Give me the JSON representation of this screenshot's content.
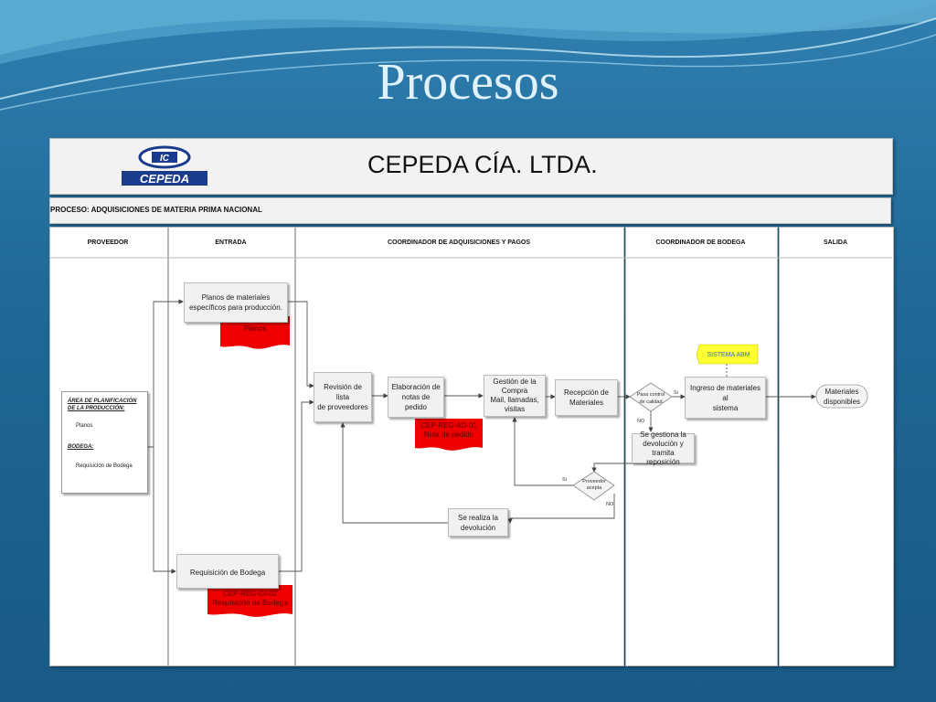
{
  "slide_title": "Procesos",
  "company": "CEPEDA CÍA. LTDA.",
  "logo_text": "CEPEDA",
  "process_label": "PROCESO: ADQUISICIONES DE MATERIA PRIMA NACIONAL",
  "lanes": [
    "PROVEEDOR",
    "ENTRADA",
    "COORDINADOR DE ADQUISICIONES Y PAGOS",
    "COORDINADOR DE BODEGA",
    "SALIDA"
  ],
  "provider_box": {
    "area_heading_1": "ÁREA DE PLANIFICACIÓN",
    "area_heading_2": "DE LA PRODUCCIÓN:",
    "area_item": "Planos",
    "bodega_heading": "BODEGA:",
    "bodega_item": "Requisición de Bodega"
  },
  "steps": {
    "planos_1": "Planos de materiales",
    "planos_2": "específicos para producción.",
    "planos_doc": "Planos",
    "requisicion": "Requisición de Bodega",
    "requisicion_doc_1": "CEP-REG-GI-02",
    "requisicion_doc_2": "Requisición de Bodega",
    "revision_1": "Revisión de lista",
    "revision_2": "de proveedores",
    "elaboracion_1": "Elaboración de",
    "elaboracion_2": "notas de pedido",
    "nota_doc_1": "CEP-REG-AD-01",
    "nota_doc_2": "Nota de pedido",
    "gestion_1": "Gestión de la",
    "gestion_2": "Compra",
    "gestion_3": "Mail, llamadas,",
    "gestion_4": "visitas",
    "recepcion_1": "Recepción de",
    "recepcion_2": "Materiales",
    "control_1": "Pasa control",
    "control_2": "de calidad",
    "si": "Si",
    "no": "NO",
    "sistema": "SISTEMA ABM",
    "ingreso_1": "Ingreso de materiales al",
    "ingreso_2": "sistema",
    "devol_gest_1": "Se gestiona la",
    "devol_gest_2": "devolución y",
    "devol_gest_3": "tramita reposición",
    "prov_acepta_1": "Proveedor",
    "prov_acepta_2": "acepta",
    "si2": "Si",
    "no2": "NO",
    "realiza_1": "Se realiza la",
    "realiza_2": "devolución",
    "materiales_1": "Materiales",
    "materiales_2": "disponibles"
  },
  "colors": {
    "doc_red": "#ee0000",
    "sistema_yellow": "#ffff33",
    "sistema_text": "#2e7ab8"
  }
}
